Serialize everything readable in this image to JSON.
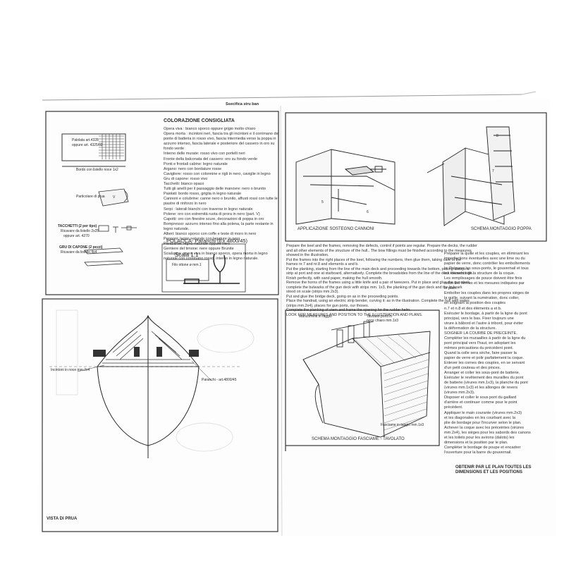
{
  "header": {
    "top_fragment": "Ssecifica stru ban"
  },
  "coloring": {
    "title": "COLORAZIONE CONSIGLIATA",
    "lines": [
      "Opera viva : bianco sporco oppure grigio molto chiaro",
      "Opera morta : incintoni neri, fascia tra gli incintoni e il corrimano del",
      "ponte di batteria in rosso vivo, fascia intermedia verso la poppa in",
      "azzurro intenso, fascia laterale e posteriore del cassero in oro su",
      "fondo verde",
      "Interno delle murate: rosso vivo con portelli neri",
      "Fronte della balconata del cassero: oro su fondo verde",
      "Ponti e frontali cabine: legno naturale",
      "Argano: nero con bordature rosse",
      "Cavigliere: rosso con colonnine e rigli in nero, caviglie in legno",
      "Gru di capone: rosso vivo",
      "Tacchetti: bianco opaco",
      "Tutti gli anelli per il passaggio delle manovre: nero o brunito",
      "Paiolati: bordo rosso, griglia in legno naturale",
      "Cannoni e colubrine: canne nero o brunito, affusti rossi con tutte le",
      "piastre di rinforzo in nero",
      "Serpi : laterali bianchi con traverse in legno naturale",
      "Polene: oro con estremità ruota di prora in nero (part. V)",
      "Capotti: oro con finestre scure, decorazioni di poppa in oro",
      "Bompresso: azzurro intenso fino alla polena, la parte restante in",
      "legno naturale.",
      "Alberi: bianco sporco con coffe e teste di moro in nero",
      "Pennoni: legno naturale con legature in nero",
      "Parasartie: legno naturale oppure nero",
      "Gemiere del timone: nere oppure Brunite",
      "Scialuppa: opera viva in bianco sporco, opera morta in legno",
      "naturale con corrimano rosso, interno in legno naturale."
    ]
  },
  "left_parts": {
    "paint_a": "Palolata art.4328",
    "paint_b": "oppure art. 4325/02",
    "bordo": "Bordo con listello noce 1x2",
    "prua_detail": "Particolare di prua",
    "v_label": "V",
    "tacchetti": "TACCHETTI (2 per tipo)",
    "tacchetti_sub": "Ricavare da listello 2x25",
    "tacchetti_sub2": "oppure art. 4270",
    "gru": "GRU DI CAPONE (2 pezzi)",
    "gru_sub": "Ricavare da listello 4x4"
  },
  "polacca": {
    "title": "POLACCA- Paranchi (Ex 4800/45)",
    "scala": "Scala 1:1",
    "filo": "Filo ottone ø mm.1"
  },
  "panels": {
    "bow_incintoni": "Incintoni in noce mm.2x4",
    "bow_paranchi": "Paranchi - art.4800/45",
    "bow_title": "VISTA DI PRUA",
    "cannon_title": "APPLICAZIONE SOSTEGNO CANNONI",
    "cannon_num5": "5",
    "cannon_num6": "6",
    "poppa_title": "SCHEMA MONTAGGIO POPPA",
    "poppa_num8": "8",
    "poppa_num7": "7",
    "fasc_mancorrenti": "Mancorrenti in faggio",
    "fasc_tavolato": "Tavolato ponti in",
    "fasc_tavolato2": "noce chiaro mm.1x3",
    "fasc_fasciame": "Fasciame in taggio mm.1x3",
    "fasc_title": "SCHEMA MONTAGGIO FASCIAME - TAVOLATO"
  },
  "english": [
    "Prepare the keel and the frames, removing the defects, control if points are regular. Prepare the decks, the rudder",
    "and all other elements of the structure of the hull.. The bow fillings must be finished according to the measures",
    "showed in the illustration.",
    "Put the frames into the right places of the keel, following the numbers, then glue them, taking care of the",
    "frames nr.7 and nr.8 and elements a and b.",
    "Put the planking, starting from the line of the main deck and proceeding towards the bottom, putting always a",
    "strip at port and one at starboard, alternatively. Complete the broadsides from the line of the deck towards high.",
    "Finish perfectly, with sand paper, making the hull smooth.",
    "Remove the horns of the frames using a little knife and a pair of tweezers. Put in place and glue the gun deck,",
    "complete the bulwarks of the gun deck with strips mm. 1x3, the planking of the gun deck and the bulwark",
    "stood on scale (strips mm.2x3).",
    "Put and glue the bridge deck, going on as in the proceeding points.",
    "Place the handrail, using an electric strip bender, curving it: as in the illustration. Complete the hull with wales",
    "(strips mm.2x4), places for gun ports, our thoses.",
    "Complete the planking of stem and frame the opening for the rudder helm.",
    "LOOK FOR MEASURES AND POSITION TO THE ILLUSTRATION AND PLANS."
  ],
  "french": [
    "Préparer la quille et les couples, en éliminant les",
    "imperfections éventuelles avec une lime ou du",
    "papier de verre, donc contrôler les emboîtements",
    "ls. Préparer les sous-ponts, le gouvernail et tous",
    "les éléments de la structure de la coque.",
    "Les remplissages de pouce doivent être finis",
    "selon les formes et les mesures indiquées par",
    "le plan.",
    "Emboîter les couples dans les propres sièges de",
    "la quille, suivant la numération, donc coller,",
    "en soignant la position des couples",
    "n.7 et n.8 et des éléments a et b.",
    "Exécuter le bordage, à partir de la ligne du pont",
    "principal, vers le bas. Fixer toujours une",
    "virure à bâbord et l'autre à tribord, pour éviter",
    "la déformation de la structure.",
    "SOIGNER LA COURBE DE PRECEINTE.",
    "Compléter les muraailles à partir de la ligne du",
    "pont principal vers l'haut, en adoptant les",
    "mêmes précautions du précédent point.",
    "Quand la colle sera sèche, faire passer la",
    "papier de verre et polir parfaitement la coque.",
    "Enlever les cornes des couples, en se servant",
    "d'un petit couteau et des pinces.",
    "Arranger et coller les sous-pont de batterie.",
    "Exécuter le revêtement des murailles du pont",
    "de batterie (virures mm.1x3), la planche du pont",
    "(virures mm.1x3) et les allonges de revers",
    "(virures mm.2x3).",
    "Disposer et coller le sous pont du gaillard",
    "d'arrière et continuer comme pour le point",
    "précédent.",
    "Appliquer le main courante (virures mm.2x3)",
    "et les diagonales en les courbant avec la",
    "plie de bordage pour l'incurver selon le plan.",
    "Achever la coque avec les préceintes (virures",
    "mm.2x4), les sièges pour les sabords des canons",
    "et les toilets pour les avirons (dalots) les",
    "dimensions et la position par le plan.",
    "Compléter le bordage de poupe et encadrer",
    "l'ouverture pour la barre du gouvernail."
  ],
  "french_footer": [
    "OBTENIR PAR LE PLAN TOUTES LES",
    "DIMENSIONS ET LES POSITIONS"
  ]
}
